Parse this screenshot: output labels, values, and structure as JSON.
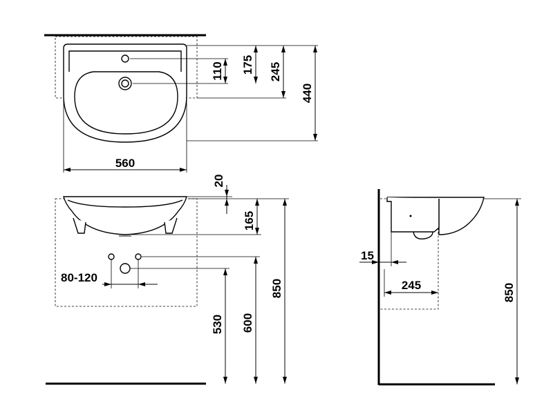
{
  "dimensions": {
    "top_view": {
      "width": "560",
      "tap_hole_to_drain": "110",
      "tap_hole_offset": "175",
      "drain_offset": "245",
      "depth": "440"
    },
    "front_view": {
      "rim_thickness": "20",
      "basin_height": "165",
      "tap_spacing": "80-120",
      "pipe_outlet_height": "530",
      "waste_height": "600",
      "rim_height": "850"
    },
    "side_view": {
      "wall_gap": "15",
      "bracket_depth": "245",
      "rim_height": "850"
    }
  }
}
